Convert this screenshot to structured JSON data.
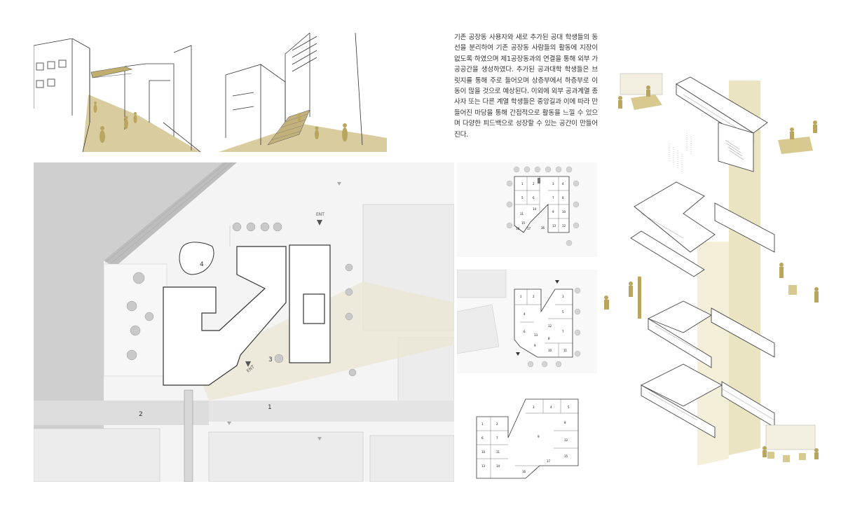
{
  "description": "기존 공장동 사용자와 새로 추가된 공대 학생들의 동선을 분리하여 기존 공장동 사람들의 활동에 지장이 없도록 하였으며 제1공장동과의 연결을 통해 외부 가공공간을 생성하였다. 추가된 공과대학 학생들은 브릿지를 통해 주로 들어오며 상층부에서 하층부로 이동이 많을 것으로 예상된다. 이외에 외부 공과계열 종사자 또는 다른 계열 학생들은 중앙길과 이에 따라 만들어진 마당을 통해 간접적으로 활동을 느낄 수 있으며 다양한 피드백으로 성장할 수 있는 공간이 만들어진다.",
  "site_plan": {
    "labels": {
      "n1": "1",
      "n2": "2",
      "n3": "3",
      "n4": "4",
      "ent_top": "ENT",
      "ent_mid": "ENT"
    }
  },
  "floor_plans": {
    "plan1": {
      "rooms": [
        "1",
        "2",
        "3",
        "4",
        "5",
        "6",
        "7",
        "8",
        "9",
        "10",
        "11",
        "12",
        "13",
        "14",
        "15",
        "16",
        "17",
        "18"
      ]
    },
    "plan2": {
      "rooms": [
        "1",
        "2",
        "3",
        "4",
        "5",
        "6",
        "7",
        "8",
        "9",
        "10",
        "11",
        "12",
        "13"
      ]
    },
    "plan3": {
      "rooms": [
        "1",
        "2",
        "3",
        "4",
        "5",
        "6",
        "7",
        "8",
        "9",
        "10",
        "11",
        "12",
        "13",
        "14",
        "15",
        "16",
        "17"
      ]
    }
  },
  "colors": {
    "accent": "#b9a55e",
    "accent_light": "#e8dfb9",
    "grey_site": "#cfcfcf",
    "line": "#333333"
  }
}
